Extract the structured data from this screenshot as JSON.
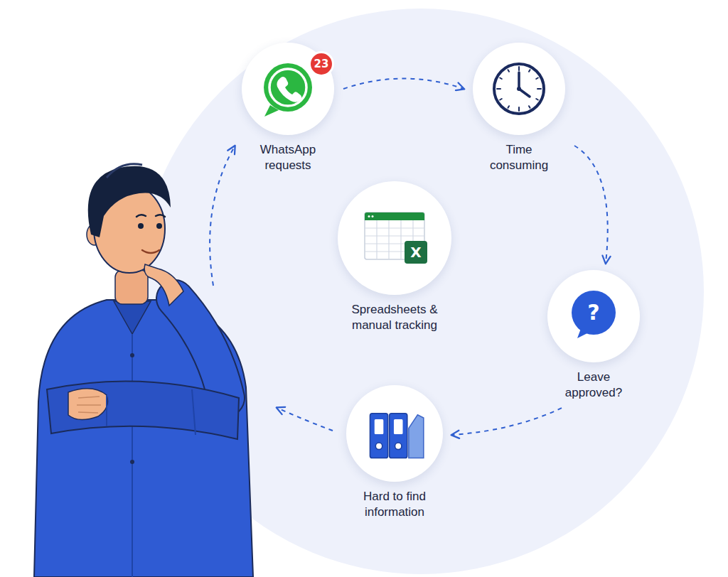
{
  "diagram": {
    "nodes": [
      {
        "text": [
          "WhatsApp requests"
        ]
      },
      {
        "text": [
          "Time consuming"
        ]
      },
      {
        "text": [
          "Leave approved?"
        ]
      },
      {
        "text": [
          "Hard to find information"
        ]
      },
      {
        "text": [
          "Spreadsheets & manual tracking"
        ]
      }
    ],
    "edges": [
      {
        "from": 0,
        "to": 1,
        "arrow": "to"
      },
      {
        "from": 1,
        "to": 2,
        "arrow": "to"
      },
      {
        "from": 2,
        "to": 3,
        "arrow": "to"
      }
    ],
    "labels": [
      "23",
      "X",
      "?"
    ]
  }
}
